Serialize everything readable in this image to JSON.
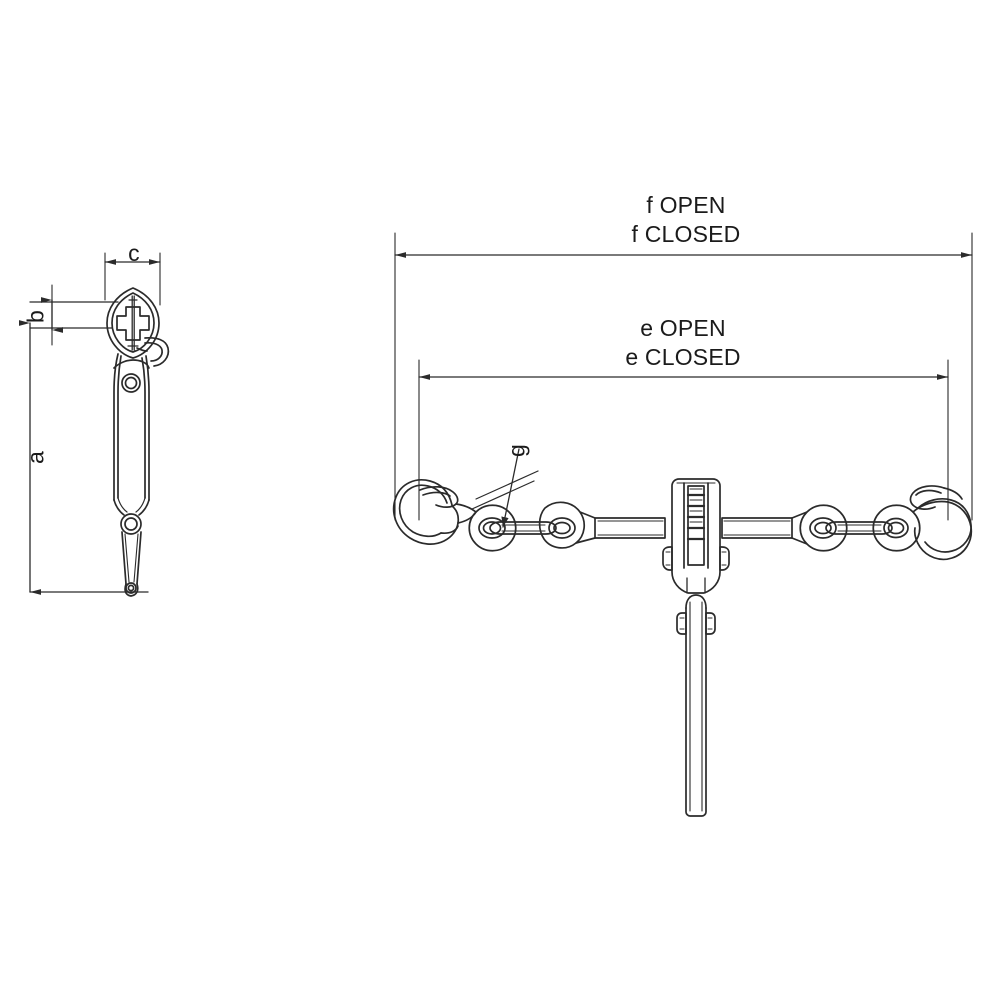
{
  "drawing": {
    "title": "Ratchet Load Binder Dimensional Drawing",
    "background_color": "#ffffff",
    "line_color": "#2b2b2b",
    "text_color": "#1b1b1b"
  },
  "dimensions": {
    "a": {
      "label": "a",
      "orientation": "vertical",
      "view": "side-view"
    },
    "b": {
      "label": "b",
      "orientation": "vertical",
      "view": "side-view"
    },
    "c": {
      "label": "c",
      "orientation": "horizontal",
      "view": "side-view"
    },
    "g": {
      "label": "g",
      "orientation": "rotated",
      "view": "front-view"
    },
    "f_open": {
      "label": "f OPEN",
      "orientation": "horizontal",
      "view": "front-view"
    },
    "f_closed": {
      "label": "f CLOSED",
      "orientation": "horizontal",
      "view": "front-view"
    },
    "e_open": {
      "label": "e OPEN",
      "orientation": "horizontal",
      "view": "front-view"
    },
    "e_closed": {
      "label": "e CLOSED",
      "orientation": "horizontal",
      "view": "front-view"
    }
  },
  "views": {
    "side_view": {
      "name": "side-view",
      "parts": [
        "ratchet-head",
        "ratchet-pawl",
        "handle-yoke",
        "handle-bar",
        "handle-tip"
      ]
    },
    "front_view": {
      "name": "front-view",
      "parts": [
        "left-grab-hook",
        "left-chain-link",
        "left-eye",
        "turnbuckle-rod-left",
        "ratchet-body",
        "ratchet-gear",
        "turnbuckle-rod-right",
        "right-eye",
        "right-chain-link",
        "right-grab-hook",
        "ratchet-handle"
      ]
    }
  }
}
